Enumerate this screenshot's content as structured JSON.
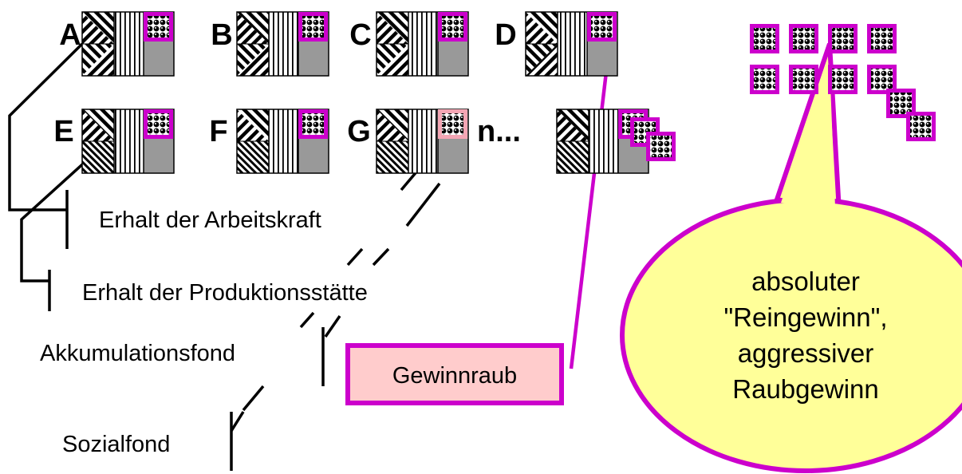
{
  "units": {
    "top_row": [
      "A",
      "B",
      "C",
      "D"
    ],
    "bottom_row": [
      "E",
      "F",
      "G",
      "n..."
    ]
  },
  "labels": {
    "arbeitskraft": "Erhalt der Arbeitskraft",
    "produktionsstaette": "Erhalt der Produktionsstätte",
    "akkumulationsfond": "Akkumulationsfond",
    "sozialfond": "Sozialfond",
    "gewinnraub": "Gewinnraub"
  },
  "bubble": {
    "lines": [
      "absoluter",
      "\"Reingewinn\",",
      "aggressiver",
      "Raubgewinn"
    ]
  },
  "colors": {
    "accent_magenta": "#cc00cc",
    "gain_cell_pink": "#f4a6b4",
    "gewinnraub_fill": "#ffcccc",
    "bubble_fill": "#ffff99",
    "gray_fill": "#999999"
  }
}
